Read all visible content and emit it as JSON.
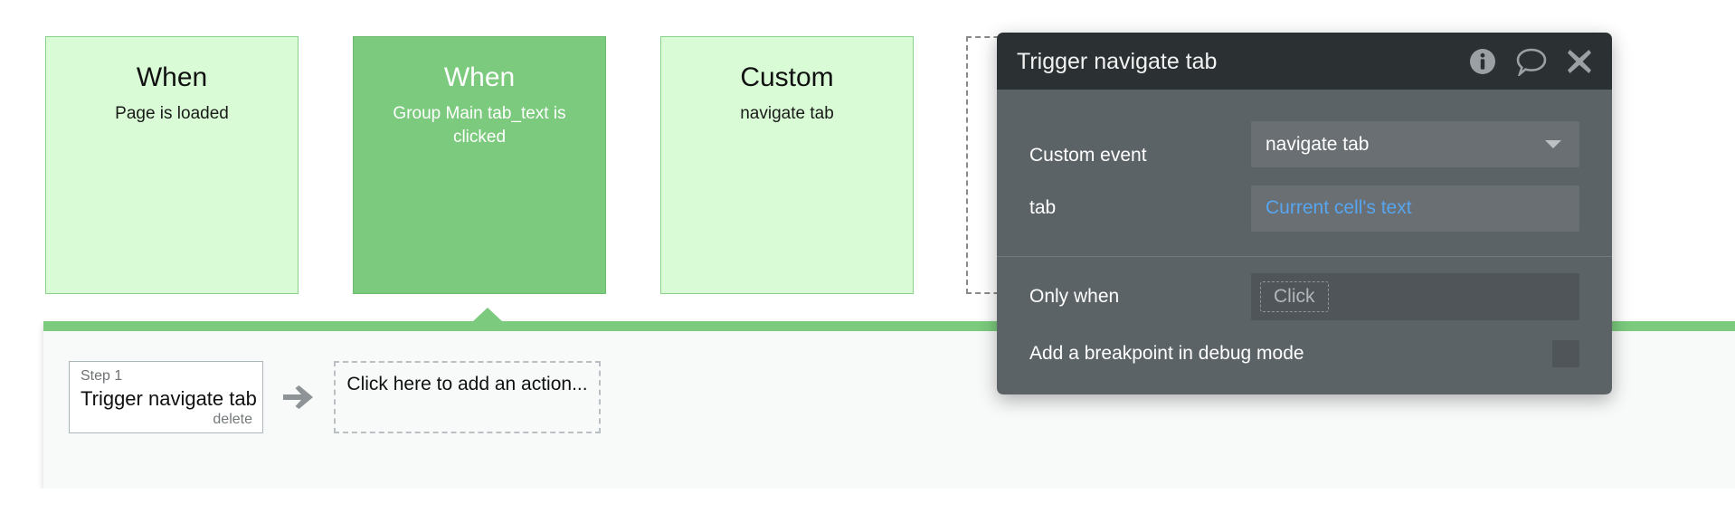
{
  "workflow": {
    "cards": [
      {
        "id": "page-loaded",
        "kind": "When",
        "desc": "Page is loaded",
        "state": "light"
      },
      {
        "id": "tab-clicked",
        "kind": "When",
        "desc": "Group Main tab_text is clicked",
        "state": "selected"
      },
      {
        "id": "custom-event",
        "kind": "Custom",
        "desc": "navigate tab",
        "state": "light"
      },
      {
        "id": "new-event",
        "kind": "",
        "desc": "",
        "state": "placeholder"
      }
    ]
  },
  "action_panel": {
    "step": {
      "index_label": "Step 1",
      "title": "Trigger navigate tab",
      "delete_label": "delete"
    },
    "arrow_icon": "arrow-right-icon",
    "add_action_label": "Click here to add an action..."
  },
  "property_editor": {
    "title": "Trigger navigate tab",
    "header_icons": [
      {
        "name": "info-icon"
      },
      {
        "name": "comment-icon"
      },
      {
        "name": "close-icon"
      }
    ],
    "fields": {
      "custom_event": {
        "label": "Custom event",
        "value": "navigate tab",
        "caret_icon": "chevron-down-icon"
      },
      "tab": {
        "label": "tab",
        "value": "Current cell's text"
      },
      "only_when": {
        "label": "Only when",
        "placeholder": "Click"
      },
      "breakpoint": {
        "label": "Add a breakpoint in debug mode",
        "checked": false
      }
    }
  },
  "colors": {
    "accent_green": "#7bca7d",
    "card_light_green": "#d9fcd6",
    "editor_header": "#2b3033",
    "editor_body": "#5c6366",
    "dynamic_blue": "#57a5f0"
  }
}
